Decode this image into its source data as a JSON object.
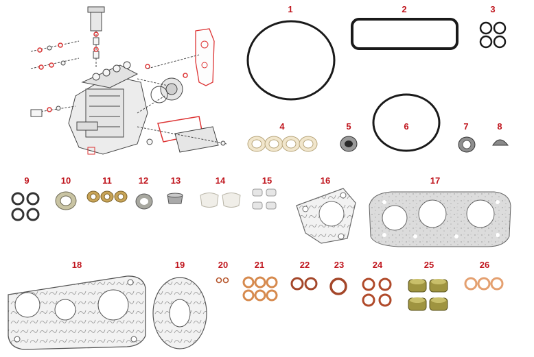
{
  "accent_color": "#c0161e",
  "labels": [
    "1",
    "2",
    "3",
    "4",
    "5",
    "6",
    "7",
    "8",
    "9",
    "10",
    "11",
    "12",
    "13",
    "14",
    "15",
    "16",
    "17",
    "18",
    "19",
    "20",
    "21",
    "22",
    "23",
    "24",
    "25",
    "26"
  ],
  "icons": {
    "assembly": "pump-exploded-diagram-icon",
    "ring": "o-ring-icon",
    "gasket": "gasket-icon",
    "seal": "shaft-seal-icon",
    "washer": "copper-washer-icon",
    "plug": "cup-plug-icon"
  }
}
